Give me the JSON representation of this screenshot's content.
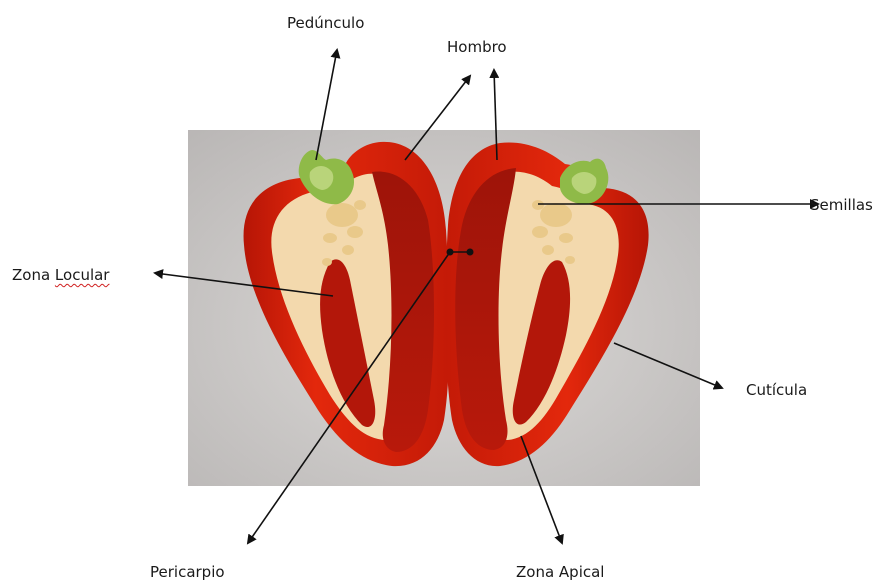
{
  "diagram": {
    "labels": {
      "peduncle": "Pedúnculo",
      "shoulder": "Hombro",
      "seeds": "Semillas",
      "locular_zone_word1": "Zona ",
      "locular_zone_word2": "Locular",
      "cuticle": "Cutícula",
      "pericarp": "Pericarpio",
      "apical_zone": "Zona Apical"
    },
    "colors": {
      "backdrop": "#c6c3c2",
      "pepper_outer": "#c81a08",
      "pepper_inner": "#a3160a",
      "pepper_flesh": "#f3d6a8",
      "stem": "#8fb94a",
      "arrow": "#111111",
      "spellcheck_underline": "#d02020"
    },
    "photo_subject": "red-bell-pepper-cross-section-icon"
  }
}
